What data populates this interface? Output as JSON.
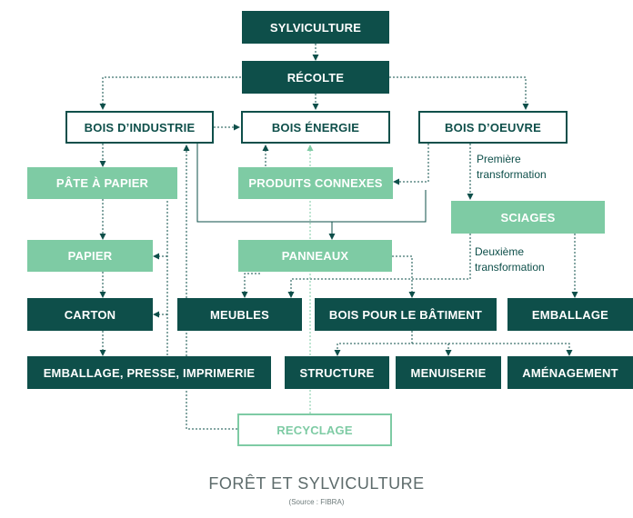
{
  "nodes": {
    "sylviculture": "SYLVICULTURE",
    "recolte": "RÉCOLTE",
    "bois_industrie": "BOIS D’INDUSTRIE",
    "bois_energie": "BOIS ÉNERGIE",
    "bois_oeuvre": "BOIS D’OEUVRE",
    "pate_papier": "PÂTE À PAPIER",
    "produits_connexes": "PRODUITS CONNEXES",
    "sciages": "SCIAGES",
    "papier": "PAPIER",
    "panneaux": "PANNEAUX",
    "carton": "CARTON",
    "meubles": "MEUBLES",
    "bois_batiment": "BOIS POUR LE BÂTIMENT",
    "emballage": "EMBALLAGE",
    "emballage_presse": "EMBALLAGE, PRESSE, IMPRIMERIE",
    "structure": "STRUCTURE",
    "menuiserie": "MENUISERIE",
    "amenagement": "AMÉNAGEMENT",
    "recyclage": "RECYCLAGE"
  },
  "notes": {
    "premiere_l1": "Première",
    "premiere_l2": "transformation",
    "deuxieme_l1": "Deuxième",
    "deuxieme_l2": "transformation"
  },
  "caption": {
    "title": "FORÊT ET SYLVICULTURE",
    "source": "(Source : FIBRA)"
  },
  "colors": {
    "dark": "#0e4f4a",
    "light": "#7ecba4",
    "caption": "#5d6b6b"
  }
}
